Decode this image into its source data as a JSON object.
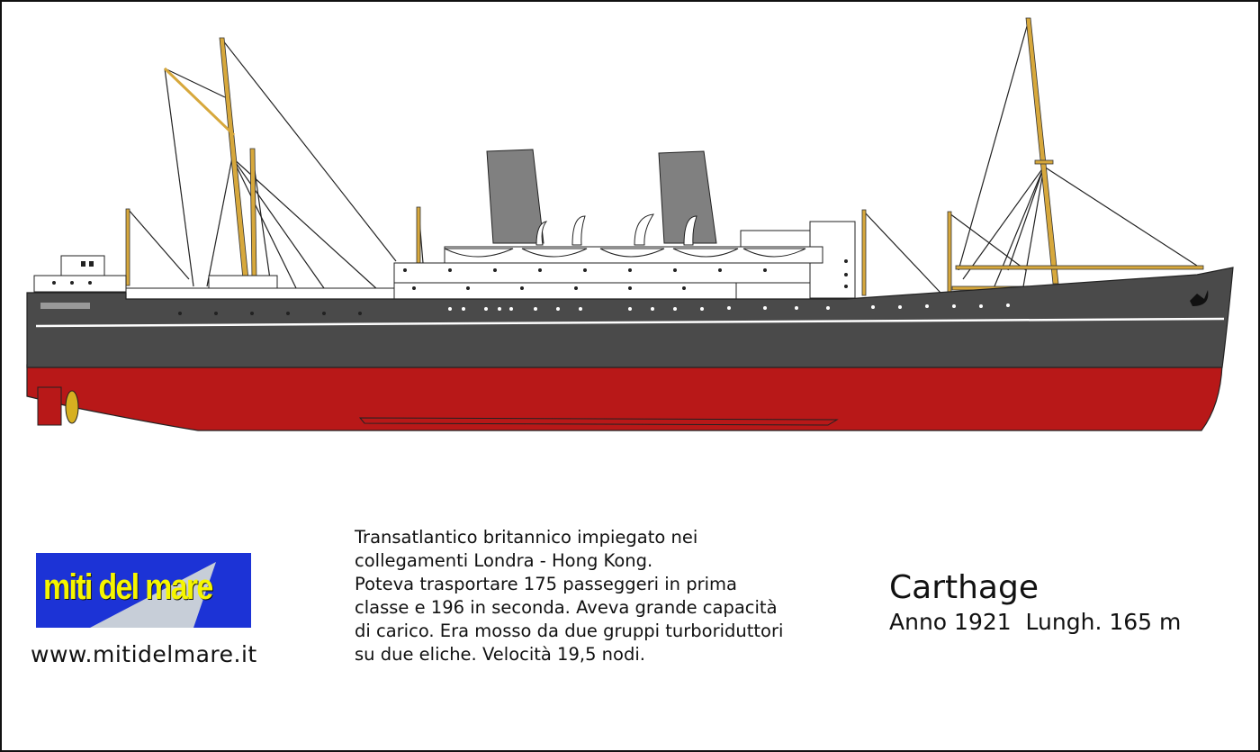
{
  "ship": {
    "hull_upper_color": "#4a4a4a",
    "hull_lower_color": "#b81818",
    "funnel_color": "#808080",
    "mast_color": "#d7a83c"
  },
  "logo": {
    "text": "miti del mare",
    "background": "#1c33d6",
    "text_color": "#f5f500"
  },
  "website": "www.mitidelmare.it",
  "description": [
    "Transatlantico britannico impiegato nei",
    "collegamenti Londra - Hong Kong.",
    "Poteva trasportare 175 passeggeri in prima",
    "classe e 196 in seconda. Aveva grande capacità",
    "di carico. Era mosso da due gruppi turboriduttori",
    "su due eliche. Velocità 19,5 nodi."
  ],
  "title": "Carthage",
  "info": "Anno 1921  Lungh. 165 m"
}
